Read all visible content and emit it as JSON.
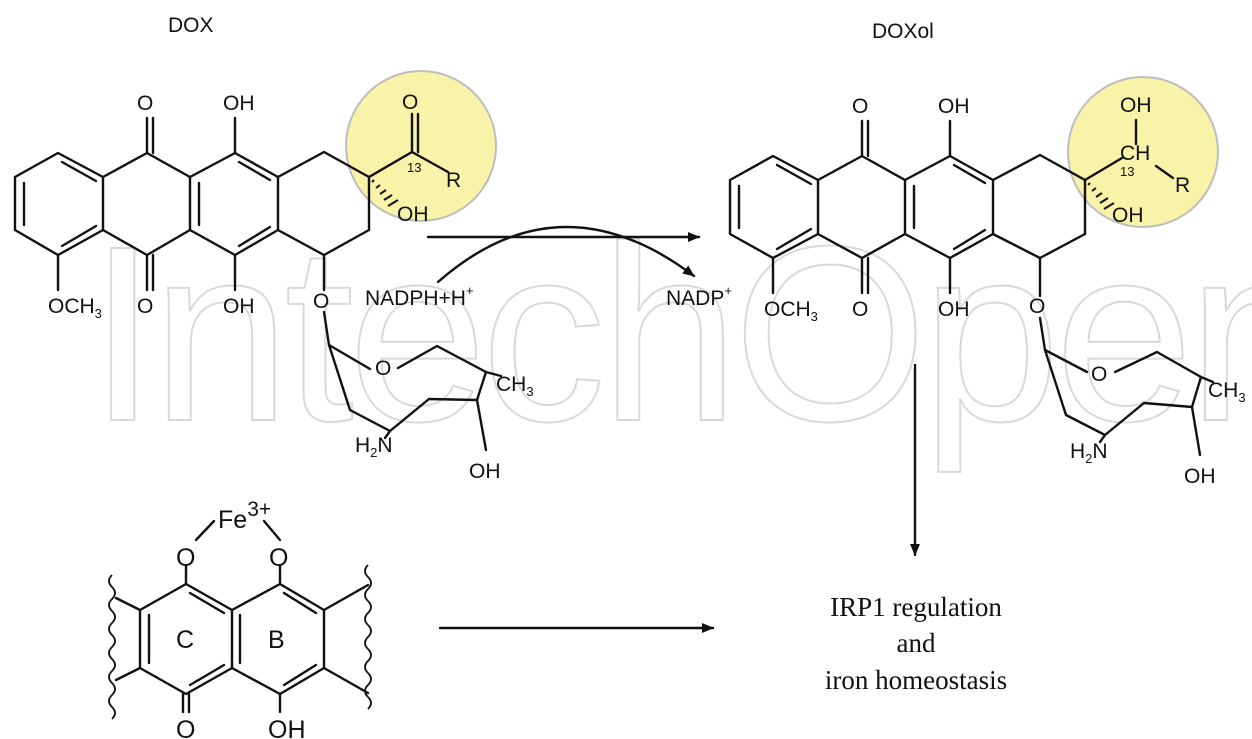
{
  "watermark": "IntechOpen",
  "colors": {
    "highlight_fill": "#f8f3a8",
    "highlight_stroke": "#bdbdbd",
    "ink": "#111111"
  },
  "dox": {
    "title": "DOX",
    "o_top": "O",
    "oh_top": "OH",
    "o_side": "O",
    "c13": "13",
    "r": "R",
    "oh_side": "OH",
    "och3": "OCH",
    "sub3": "3",
    "o_bottom": "O",
    "oh_bottom": "OH",
    "o_link": "O",
    "sugar_o": "O",
    "ch": "CH",
    "h": "H",
    "n": "N",
    "sub2": "2",
    "sugar_oh": "OH"
  },
  "doxol": {
    "title": "DOXol",
    "o_top": "O",
    "oh_top": "OH",
    "oh_side_top": "OH",
    "ch": "CH",
    "c13": "13",
    "r": "R",
    "oh_side": "OH",
    "och3": "OCH",
    "sub3": "3",
    "o_bottom": "O",
    "oh_bottom": "OH",
    "o_link": "O",
    "sugar_o": "O",
    "ch3": "CH",
    "h": "H",
    "n": "N",
    "sub2": "2",
    "sugar_oh": "OH"
  },
  "reaction": {
    "cofactor_in": "NADPH+H",
    "plus": "+",
    "cofactor_out": "NADP",
    "plus_out": "+"
  },
  "iron_complex": {
    "fe": "Fe",
    "charge": "3+",
    "o_left": "O",
    "o_right": "O",
    "ring_c": "C",
    "ring_b": "B",
    "o_bottom": "O",
    "oh_bottom": "OH"
  },
  "outcome": {
    "line1": "IRP1 regulation",
    "line2": "and",
    "line3": "iron homeostasis"
  }
}
